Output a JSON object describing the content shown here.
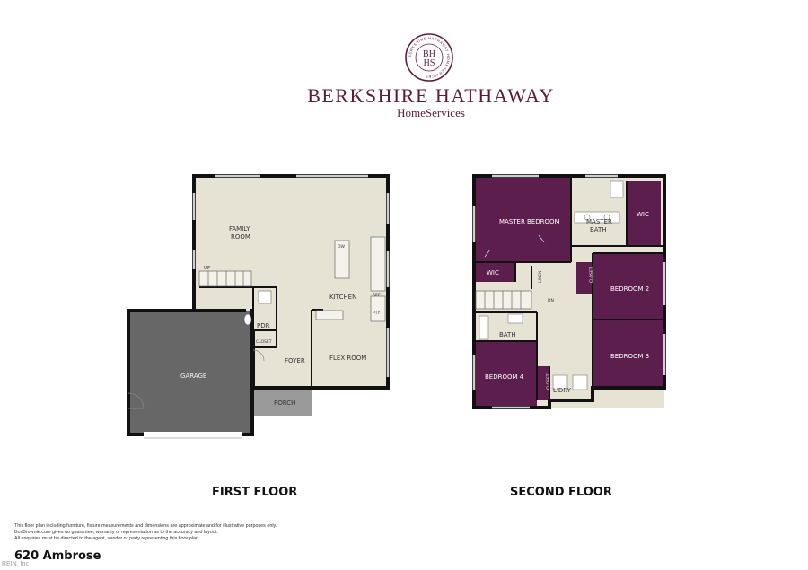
{
  "brand": {
    "seal_text": "BERKSHIRE HATHAWAY HOMESERVICES",
    "seal_letters_top": "BH",
    "seal_letters_bottom": "HS",
    "name": "BERKSHIRE HATHAWAY",
    "subname": "HomeServices",
    "color": "#5a1e3c"
  },
  "floors": {
    "first": {
      "title": "FIRST FLOOR",
      "labels": {
        "family_room_1": "FAMILY",
        "family_room_2": "ROOM",
        "up": "UP",
        "kitchen": "KITCHEN",
        "dw": "DW",
        "ref": "REF",
        "pty": "PTY",
        "pdr": "PDR",
        "closet": "CLOSET",
        "garage": "GARAGE",
        "foyer": "FOYER",
        "flex_room": "FLEX ROOM",
        "porch": "PORCH"
      },
      "colors": {
        "room": "#e6e3d5",
        "garage": "#676767",
        "porch": "#9a9a9a"
      }
    },
    "second": {
      "title": "SECOND FLOOR",
      "labels": {
        "master_bedroom": "MASTER BEDROOM",
        "master_bath_1": "MASTER",
        "master_bath_2": "BATH",
        "wic_master": "WIC",
        "wic_small": "WIC",
        "linen": "LINEN",
        "dn": "DN",
        "closet_br2": "CLOSET",
        "bedroom_2": "BEDROOM 2",
        "bath": "BATH",
        "bedroom_3": "BEDROOM 3",
        "bedroom_4": "BEDROOM 4",
        "closet_br4": "CLOSET",
        "laundry": "L'DRY"
      },
      "colors": {
        "bedroom": "#5b1e4d",
        "bath": "#e6e3d5"
      }
    }
  },
  "disclaimer": [
    "This floor plan including furniture, fixture measurements and dimensions are approximate and for illustrative purposes only.",
    "BoxBrownie.com gives no guarantee, warranty or representation as to the accuracy and layout.",
    "All enquiries must be directed to the agent, vendor or party representing this floor plan."
  ],
  "address": "620 Ambrose",
  "watermark": "REIN, Inc"
}
